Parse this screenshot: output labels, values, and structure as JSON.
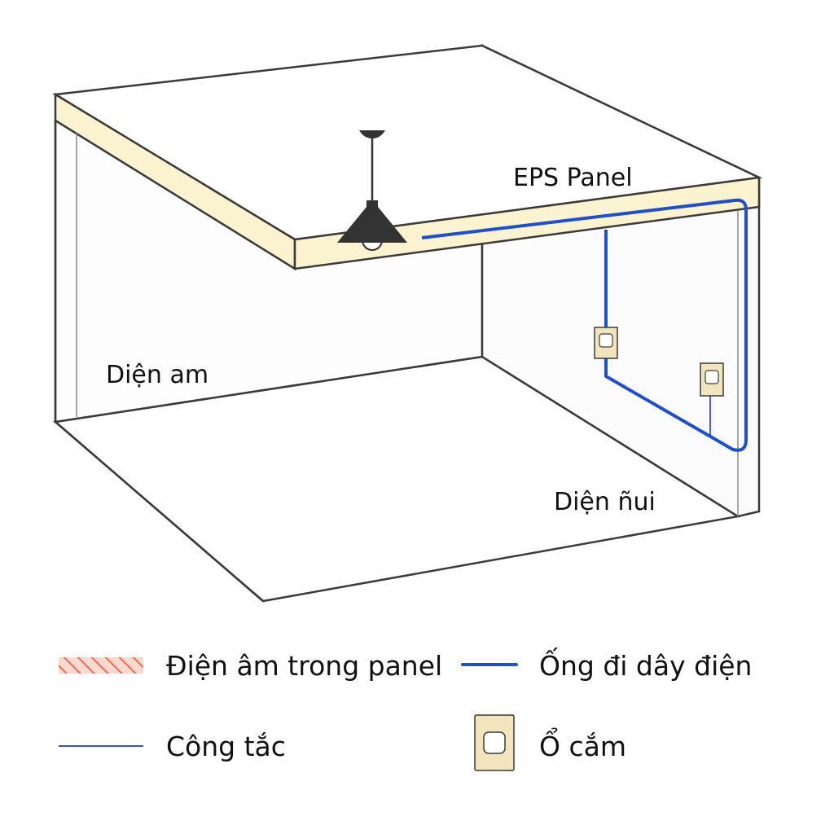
{
  "labels": {
    "eps_panel": "EPS Panel",
    "wall_left": "Diện am",
    "wall_right": "Diện ñui"
  },
  "legend": {
    "concealed_in_panel": "Điện âm trong panel",
    "conduit": "Ống đi dây điện",
    "switch": "Công tắc",
    "socket": "Ổ cắm"
  },
  "colors": {
    "panel_fill": "#fbf2cf",
    "conduit": "#1f4fc9",
    "switch_line": "#253f9c",
    "hatch": "#ee6a55",
    "outline": "#3a3a3a",
    "lamp": "#333333",
    "socket_fill": "#f2e4bd"
  }
}
